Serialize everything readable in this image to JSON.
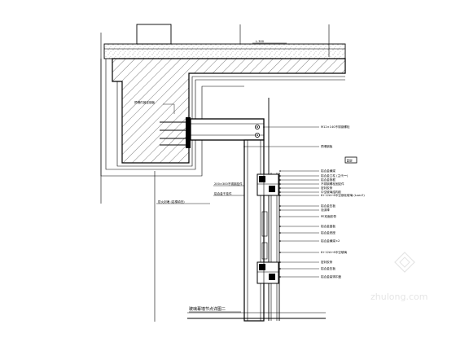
{
  "drawing": {
    "title": "玻璃幕墙节点详图二",
    "dim_label": "L-300",
    "watermark": "zhulong.com",
    "tag_label": "首层",
    "callouts_right": [
      "M12×140不锈钢螺栓",
      "预埋钢板",
      "铝合金横梁",
      "铝合金立柱 (主代••)",
      "铝合金抱框",
      "不锈钢螺栓固定件",
      "密封胶条",
      "中空玻璃结构胶",
      "6+12A+6中空钢化玻璃 (Low-E)",
      "铝合金压板",
      "泡沫棒",
      "PE双面胶带",
      "铝合金盖板",
      "铝合金底座",
      "铝合金横梁×2",
      "6+12A+6中空玻璃",
      "密封胶条",
      "铝合金压板",
      "铝合金装饰扣盖"
    ],
    "callouts_left": [
      "预埋件固定钢板",
      "200×300不锈钢挂件",
      "铝合金干挂件",
      "防火封堵 (岩棉填充)"
    ]
  }
}
